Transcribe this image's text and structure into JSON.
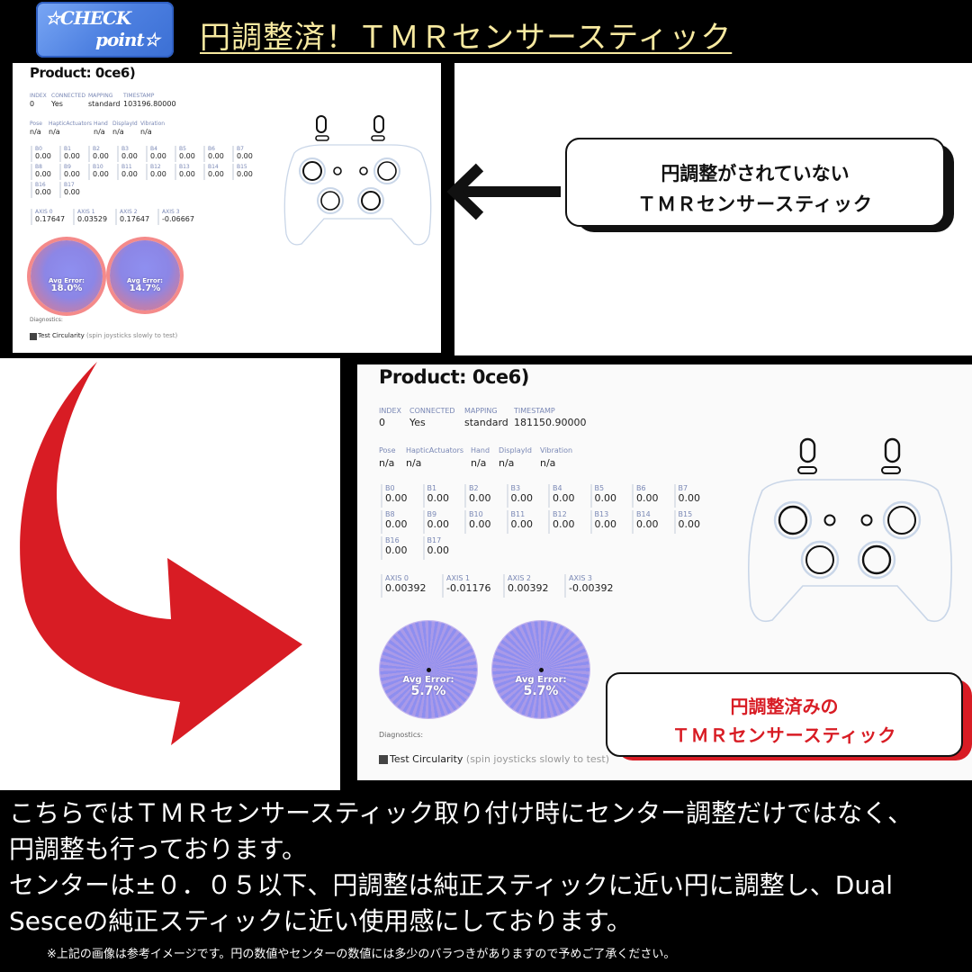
{
  "header": {
    "badge_line1": "☆CHECK",
    "badge_line2": "point☆",
    "title": "円調整済！ＴＭＲセンサースティック"
  },
  "screens": {
    "before": {
      "product": "Product: 0ce6)",
      "info_labels": [
        "INDEX",
        "CONNECTED",
        "MAPPING",
        "TIMESTAMP"
      ],
      "info_values": [
        "0",
        "Yes",
        "standard",
        "103196.80000"
      ],
      "meta_labels": [
        "Pose",
        "HapticActuators",
        "Hand",
        "DisplayId",
        "Vibration"
      ],
      "meta_values": [
        "n/a",
        "n/a",
        "n/a",
        "n/a",
        "n/a"
      ],
      "buttons": [
        {
          "label": "B0",
          "value": "0.00"
        },
        {
          "label": "B1",
          "value": "0.00"
        },
        {
          "label": "B2",
          "value": "0.00"
        },
        {
          "label": "B3",
          "value": "0.00"
        },
        {
          "label": "B4",
          "value": "0.00"
        },
        {
          "label": "B5",
          "value": "0.00"
        },
        {
          "label": "B6",
          "value": "0.00"
        },
        {
          "label": "B7",
          "value": "0.00"
        },
        {
          "label": "B8",
          "value": "0.00"
        },
        {
          "label": "B9",
          "value": "0.00"
        },
        {
          "label": "B10",
          "value": "0.00"
        },
        {
          "label": "B11",
          "value": "0.00"
        },
        {
          "label": "B12",
          "value": "0.00"
        },
        {
          "label": "B13",
          "value": "0.00"
        },
        {
          "label": "B14",
          "value": "0.00"
        },
        {
          "label": "B15",
          "value": "0.00"
        },
        {
          "label": "B16",
          "value": "0.00"
        },
        {
          "label": "B17",
          "value": "0.00"
        }
      ],
      "axes": [
        {
          "label": "AXIS 0",
          "value": "0.17647"
        },
        {
          "label": "AXIS 1",
          "value": "0.03529"
        },
        {
          "label": "AXIS 2",
          "value": "0.17647"
        },
        {
          "label": "AXIS 3",
          "value": "-0.06667"
        }
      ],
      "avg_label": "Avg Error:",
      "avg_left": "18.0%",
      "avg_right": "14.7%",
      "diagnostics": "Diagnostics:",
      "test_label": "Test Circularity",
      "test_hint": "(spin joysticks slowly to test)"
    },
    "after": {
      "product": "Product: 0ce6)",
      "info_labels": [
        "INDEX",
        "CONNECTED",
        "MAPPING",
        "TIMESTAMP"
      ],
      "info_values": [
        "0",
        "Yes",
        "standard",
        "181150.90000"
      ],
      "meta_labels": [
        "Pose",
        "HapticActuators",
        "Hand",
        "DisplayId",
        "Vibration"
      ],
      "meta_values": [
        "n/a",
        "n/a",
        "n/a",
        "n/a",
        "n/a"
      ],
      "buttons": [
        {
          "label": "B0",
          "value": "0.00"
        },
        {
          "label": "B1",
          "value": "0.00"
        },
        {
          "label": "B2",
          "value": "0.00"
        },
        {
          "label": "B3",
          "value": "0.00"
        },
        {
          "label": "B4",
          "value": "0.00"
        },
        {
          "label": "B5",
          "value": "0.00"
        },
        {
          "label": "B6",
          "value": "0.00"
        },
        {
          "label": "B7",
          "value": "0.00"
        },
        {
          "label": "B8",
          "value": "0.00"
        },
        {
          "label": "B9",
          "value": "0.00"
        },
        {
          "label": "B10",
          "value": "0.00"
        },
        {
          "label": "B11",
          "value": "0.00"
        },
        {
          "label": "B12",
          "value": "0.00"
        },
        {
          "label": "B13",
          "value": "0.00"
        },
        {
          "label": "B14",
          "value": "0.00"
        },
        {
          "label": "B15",
          "value": "0.00"
        },
        {
          "label": "B16",
          "value": "0.00"
        },
        {
          "label": "B17",
          "value": "0.00"
        }
      ],
      "axes": [
        {
          "label": "AXIS 0",
          "value": "0.00392"
        },
        {
          "label": "AXIS 1",
          "value": "-0.01176"
        },
        {
          "label": "AXIS 2",
          "value": "0.00392"
        },
        {
          "label": "AXIS 3",
          "value": "-0.00392"
        }
      ],
      "avg_label": "Avg Error:",
      "avg_left": "5.7%",
      "avg_right": "5.7%",
      "diagnostics": "Diagnostics:",
      "test_label": "Test Circularity",
      "test_hint": "(spin joysticks slowly to test)"
    }
  },
  "callouts": {
    "before_line1": "円調整がされていない",
    "before_line2": "ＴＭＲセンサースティック",
    "after_line1": "円調整済みの",
    "after_line2": "ＴＭＲセンサースティック"
  },
  "description": {
    "line1": "こちらではＴＭＲセンサースティック取り付け時にセンター調整だけではなく、",
    "line2": "円調整も行っております。",
    "line3": "センターは±０．０５以下、円調整は純正スティックに近い円に調整し、Dual",
    "line4": "Sesceの純正スティックに近い使用感にしております。"
  },
  "note": "※上記の画像は参考イメージです。円の数値やセンターの数値には多少のバラつきがありますので予めご了承ください。",
  "colors": {
    "background": "#000000",
    "title": "#f7e9a0",
    "arrow_red": "#d81c24",
    "callout_after_text": "#d81c24",
    "error_blob_red": "#f07878",
    "error_blob_blue": "#7d86e8"
  },
  "icons": [
    "curved-arrow-icon",
    "left-arrow-icon",
    "controller-icon",
    "checkbox-icon"
  ]
}
